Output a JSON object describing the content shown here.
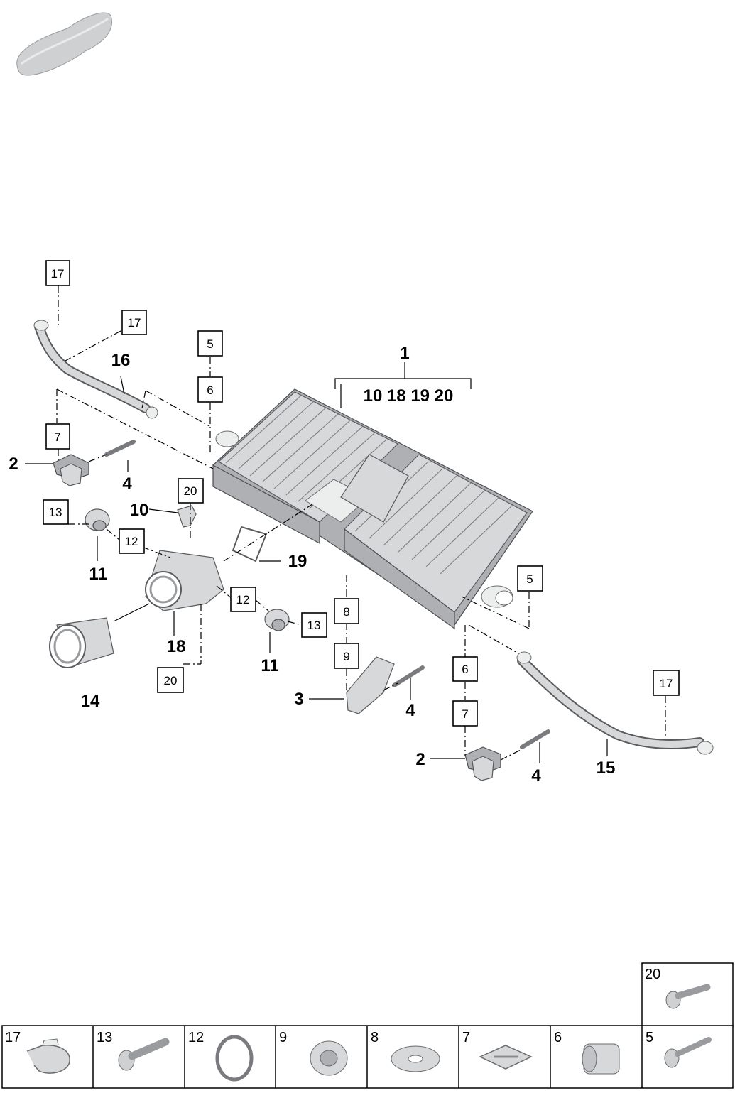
{
  "group_label": "1",
  "group_items": "10 18 19 20",
  "labels": {
    "l16": "16",
    "l2a": "2",
    "l4a": "4",
    "l10": "10",
    "l19": "19",
    "l11a": "11",
    "l18": "18",
    "l14": "14",
    "l11b": "11",
    "l3": "3",
    "l4b": "4",
    "l2b": "2",
    "l4c": "4",
    "l15": "15"
  },
  "callouts": {
    "c17a": "17",
    "c17b": "17",
    "c5a": "5",
    "c6a": "6",
    "c7a": "7",
    "c20a": "20",
    "c13a": "13",
    "c12a": "12",
    "c12b": "12",
    "c13b": "13",
    "c20b": "20",
    "c8": "8",
    "c9": "9",
    "c5b": "5",
    "c6b": "6",
    "c7b": "7",
    "c17c": "17"
  },
  "legend": {
    "top": "20",
    "cells": [
      "17",
      "13",
      "12",
      "9",
      "8",
      "7",
      "6",
      "5"
    ]
  },
  "colors": {
    "part": "#d7d8da",
    "outline": "#5a5b5e",
    "ink": "#000000"
  }
}
